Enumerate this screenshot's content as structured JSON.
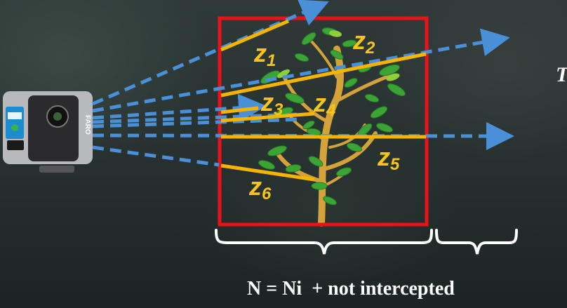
{
  "labels": {
    "z1": {
      "base": "z",
      "sub": "1"
    },
    "z2": {
      "base": "z",
      "sub": "2"
    },
    "z3": {
      "base": "z",
      "sub": "3"
    },
    "z4": {
      "base": "z",
      "sub": "4"
    },
    "z5": {
      "base": "z",
      "sub": "5"
    },
    "z6": {
      "base": "z",
      "sub": "6"
    }
  },
  "scanner_brand": "FARO",
  "equation": {
    "lhs": "N = Ni",
    "rhs": "+ not intercepted"
  },
  "edge_letter": "T",
  "colors": {
    "box": "#e8121b",
    "ray": "#4a90d9",
    "segment": "#f5b400",
    "label": "#f5c518",
    "bracket": "#ffffff"
  }
}
